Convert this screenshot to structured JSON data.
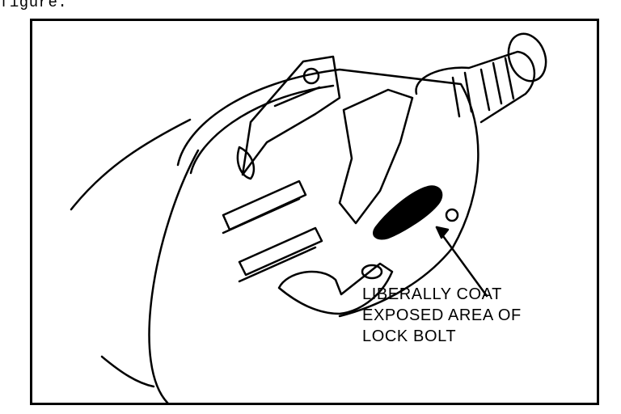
{
  "page": {
    "caption_fragment": "figure."
  },
  "illustration": {
    "callout_lines": [
      "LIBERALLY COAT",
      "EXPOSED AREA OF",
      "LOCK BOLT"
    ]
  },
  "colors": {
    "ink": "#000000",
    "paper": "#ffffff"
  }
}
